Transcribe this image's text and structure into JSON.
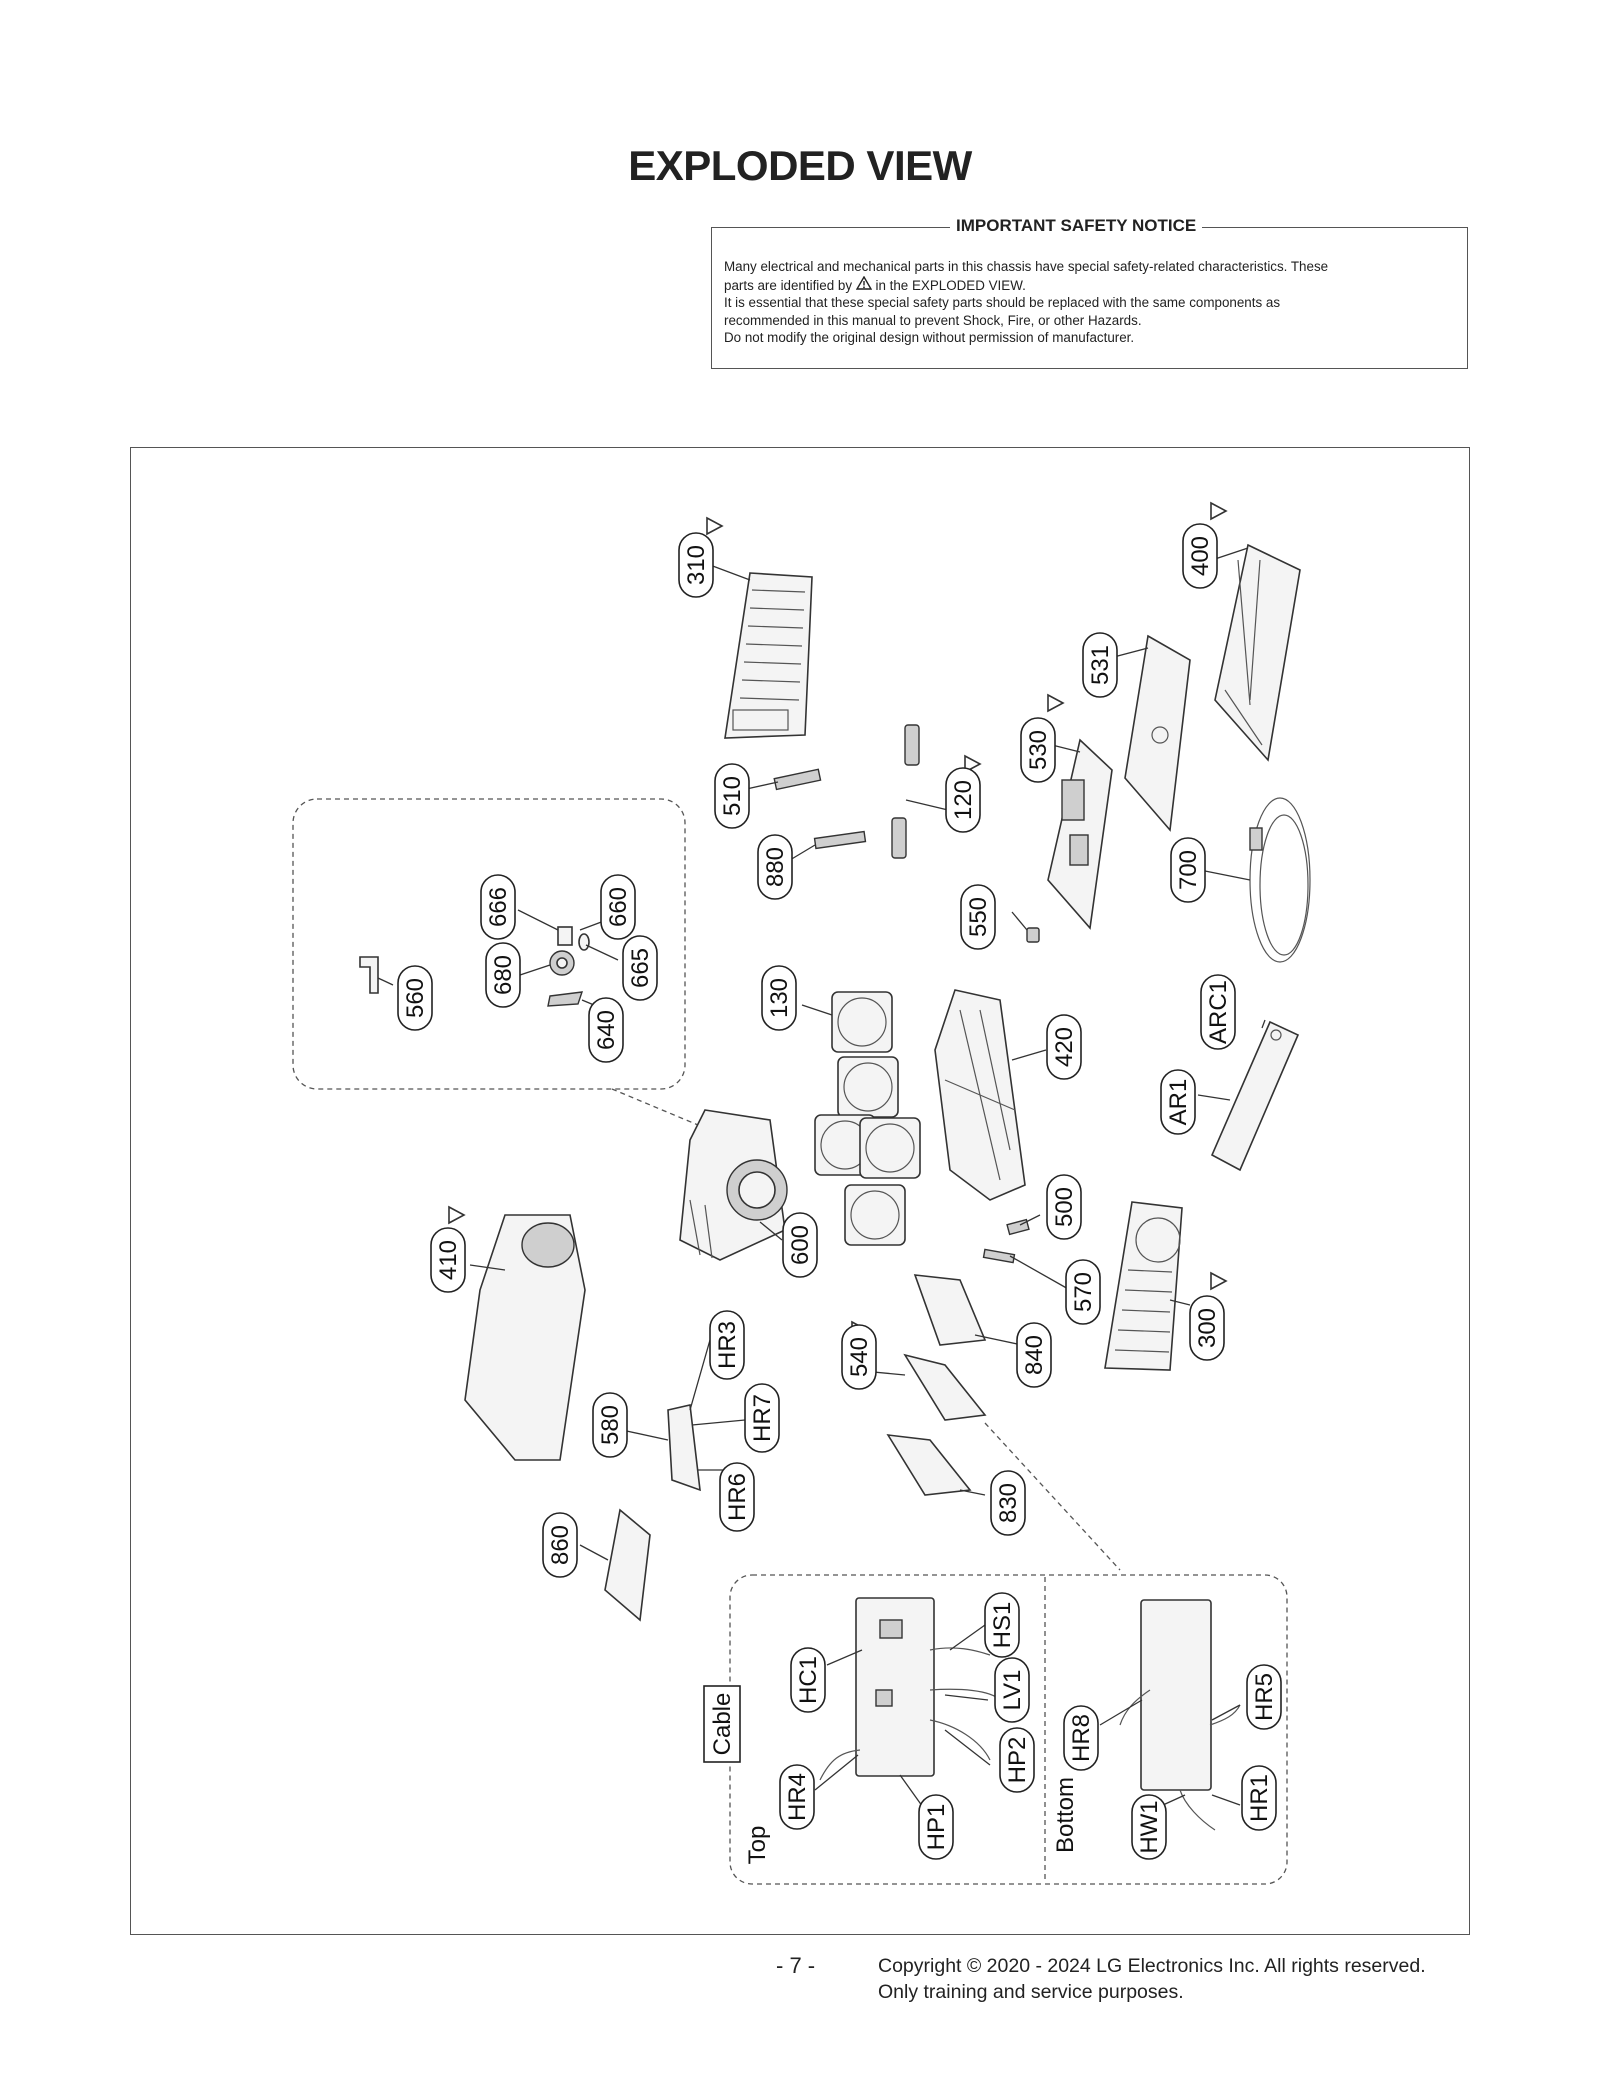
{
  "page": {
    "title": "EXPLODED VIEW",
    "page_number": "- 7 -",
    "copyright_line1": "Copyright © 2020 - 2024 LG Electronics Inc. All rights reserved.",
    "copyright_line2": "Only training and service purposes."
  },
  "notice": {
    "title": "IMPORTANT SAFETY NOTICE",
    "line1": "Many electrical and mechanical parts in this chassis have special safety-related characteristics. These",
    "line2a": "parts are identified by",
    "line2b": "in the EXPLODED VIEW.",
    "line3": "It is essential that these special safety parts should be replaced with the same components as",
    "line4": "recommended in this manual to prevent Shock, Fire, or other Hazards.",
    "line5": "Do not modify the original design without permission of manufacturer.",
    "warning_icon": "warning-triangle-icon"
  },
  "diagram": {
    "part_labels": [
      "310",
      "400",
      "531",
      "530",
      "510",
      "120",
      "880",
      "700",
      "550",
      "666",
      "660",
      "665",
      "680",
      "560",
      "640",
      "130",
      "420",
      "ARC1",
      "AR1",
      "500",
      "600",
      "410",
      "570",
      "300",
      "540",
      "840",
      "HR3",
      "HR7",
      "580",
      "HR6",
      "830",
      "860"
    ],
    "subview": {
      "cable_label": "Cable",
      "top_label": "Top",
      "bottom_label": "Bottom",
      "top_labels": [
        "HS1",
        "HC1",
        "LV1",
        "HP2",
        "HR4",
        "HP1"
      ],
      "bottom_labels": [
        "HR5",
        "HR8",
        "HR1",
        "HW1"
      ]
    }
  }
}
